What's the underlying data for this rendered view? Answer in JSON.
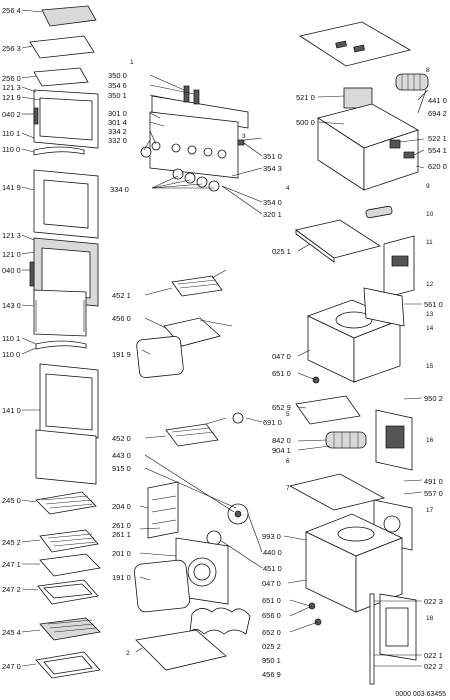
{
  "footer": {
    "doc_code": "0000 003 63455"
  },
  "left_labels": [
    "256 4",
    "256 3",
    "256 0",
    "121 3",
    "121 9",
    "040 2",
    "110 1",
    "110 0",
    "141 9",
    "121 3",
    "121 0",
    "040 0",
    "143 0",
    "110 1",
    "110 0",
    "141 0",
    "245 0",
    "245 2",
    "247 1",
    "247 2",
    "245 4",
    "247 0"
  ],
  "center_labels": [
    "350 0",
    "354 6",
    "350 1",
    "301 0",
    "301 4",
    "334 2",
    "332 0",
    "334 0",
    "452 1",
    "456 0",
    "191 9",
    "452 0",
    "443 0",
    "915 0",
    "204 0",
    "261 0",
    "261 1",
    "201 0",
    "191 0",
    "351 0",
    "354 3",
    "354 0",
    "320 1",
    "691 0",
    "440 0",
    "451 0",
    "993 0",
    "047 0",
    "651 0",
    "656 0",
    "652 0",
    "025 2",
    "950 1",
    "456 9"
  ],
  "right_labels": [
    "521 0",
    "500 0",
    "441 0",
    "694 2",
    "522 1",
    "554 1",
    "620 0",
    "025 1",
    "561 0",
    "047 0",
    "651 0",
    "652 9",
    "950 2",
    "842 0",
    "904 1",
    "491 0",
    "557 0",
    "022 3",
    "022 1",
    "022 2"
  ],
  "ref_numbers": [
    "1",
    "2",
    "3",
    "4",
    "5",
    "6",
    "7",
    "8",
    "9",
    "10",
    "11",
    "12",
    "13",
    "14",
    "15",
    "16",
    "17",
    "18"
  ]
}
